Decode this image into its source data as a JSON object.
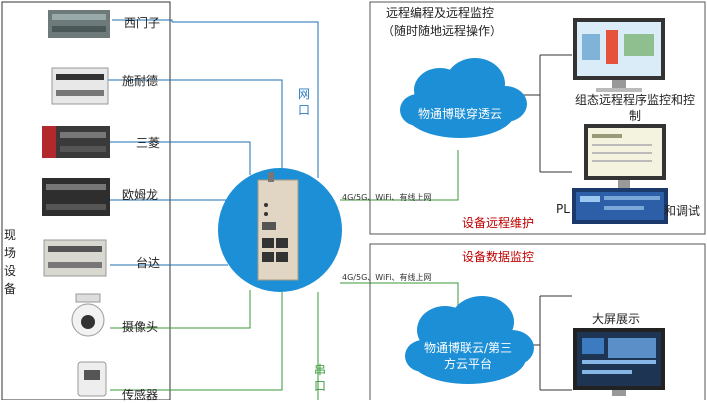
{
  "left_panel": {
    "title_chars": [
      "现",
      "场",
      "设",
      "备"
    ],
    "devices": [
      {
        "label": "西门子",
        "icon": "plc-siemens-icon"
      },
      {
        "label": "施耐德",
        "icon": "plc-schneider-icon"
      },
      {
        "label": "三菱",
        "icon": "plc-mitsubishi-icon"
      },
      {
        "label": "欧姆龙",
        "icon": "plc-omron-icon"
      },
      {
        "label": "台达",
        "icon": "plc-delta-icon"
      },
      {
        "label": "摄像头",
        "icon": "camera-icon"
      },
      {
        "label": "传感器",
        "icon": "sensor-icon"
      }
    ]
  },
  "center": {
    "port_label_net": "网口",
    "port_label_serial": "串口",
    "link_top": "4G/5G、WiFi、有线上网",
    "link_bottom": "4G/5G、WiFi、有线上网",
    "device_icon": "iot-gateway-icon"
  },
  "top_panel": {
    "title_line1": "远程编程及远程监控",
    "title_line2": "（随时随地远程操作）",
    "cloud_label": "物通博联穿透云",
    "caption_line1": "组态远程程序监控和控",
    "caption_line2": "制",
    "overlap_caption": "PL",
    "overlap_caption_tail": "和调试",
    "footer": "设备远程维护"
  },
  "bottom_panel": {
    "title": "设备数据监控",
    "cloud_label_line1": "物通博联云/第三",
    "cloud_label_line2": "方云平台",
    "screen_caption": "大屏展示"
  }
}
